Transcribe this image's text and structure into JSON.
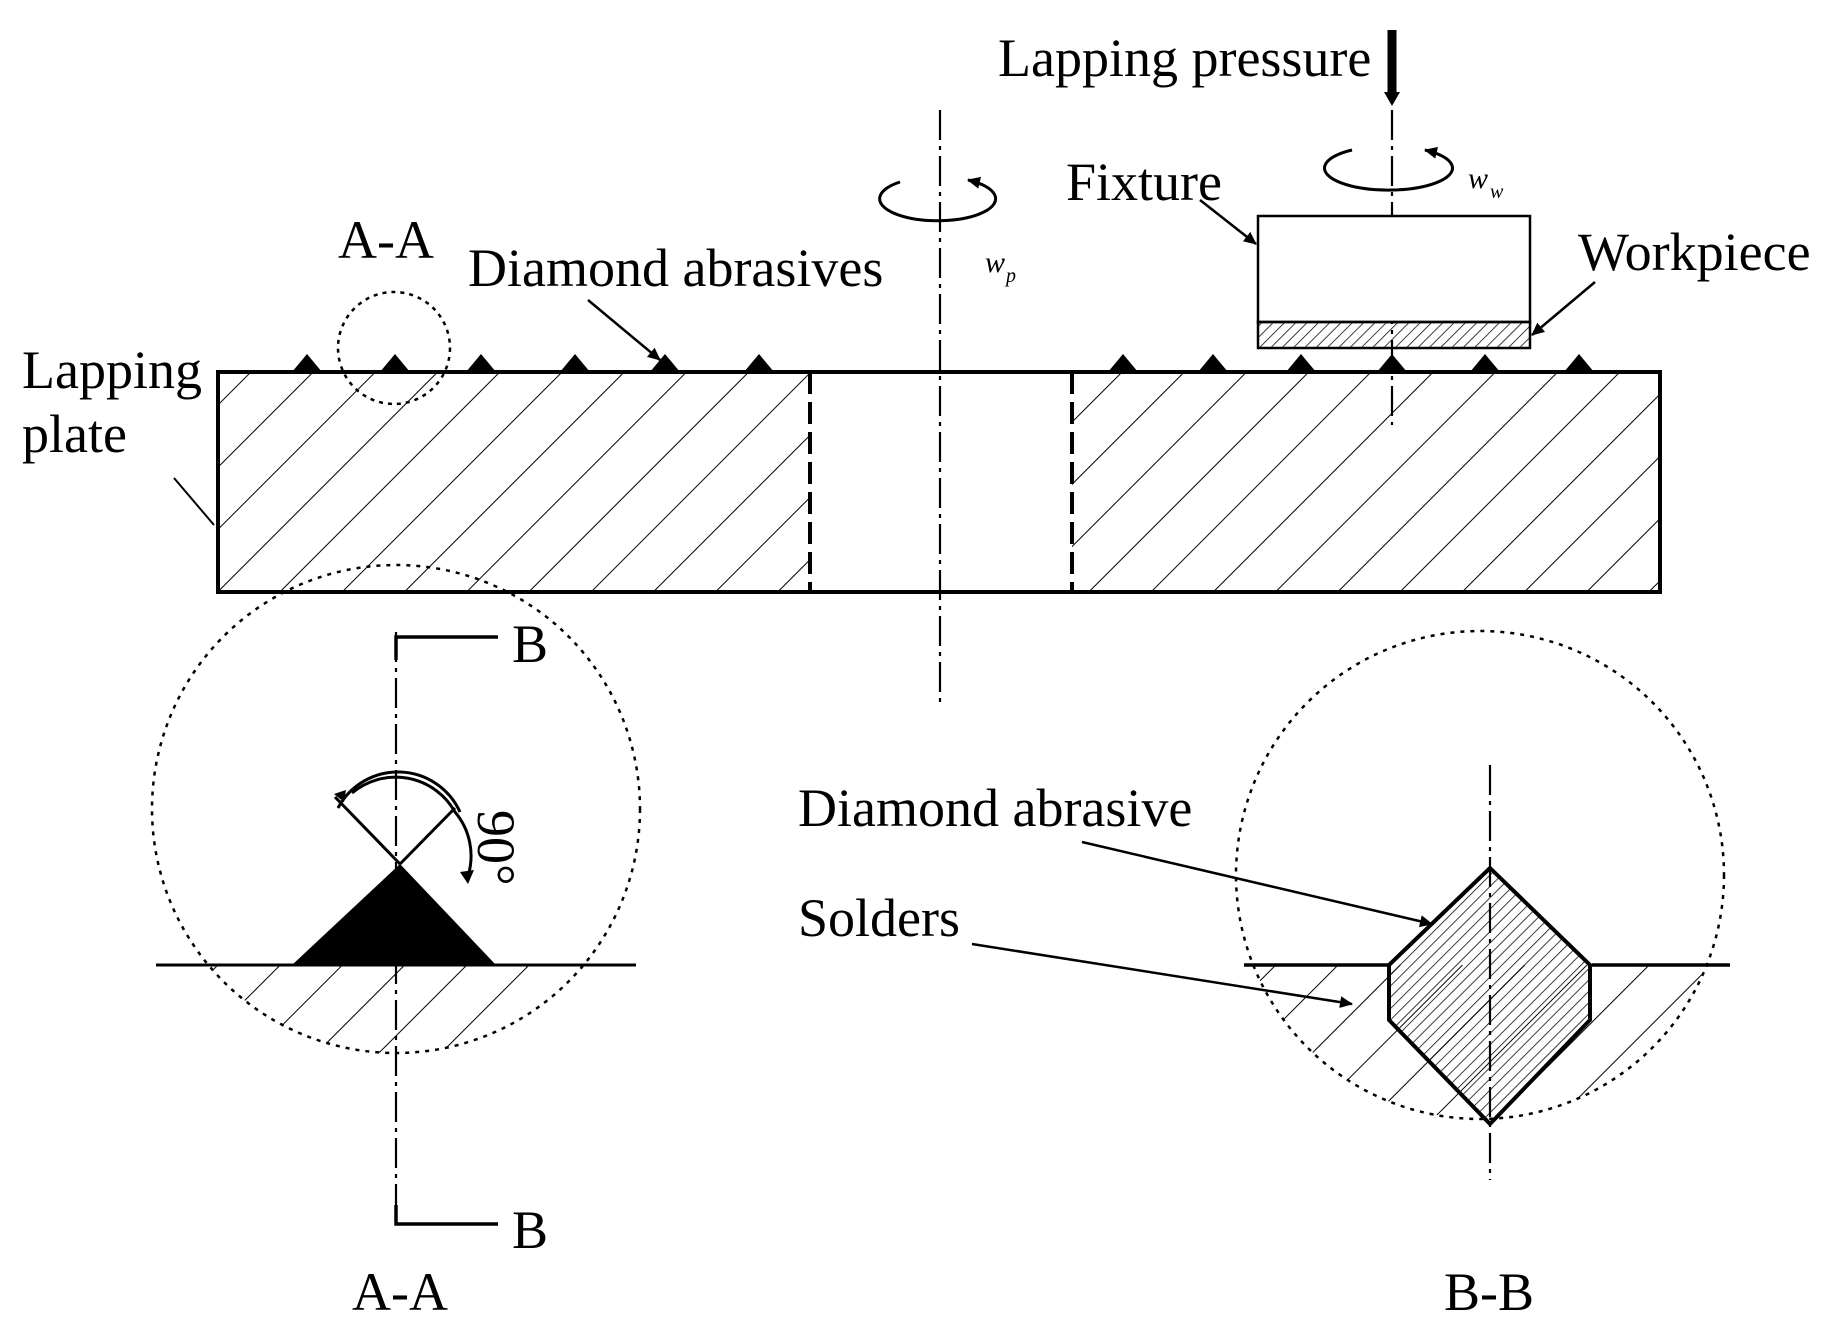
{
  "labels": {
    "lapping_pressure": "Lapping pressure",
    "fixture": "Fixture",
    "workpiece": "Workpiece",
    "diamond_abrasives": "Diamond abrasives",
    "lapping_plate_line1": "Lapping",
    "lapping_plate_line2": "plate",
    "section_aa_marker": "A-A",
    "section_b_top": "B",
    "section_b_bottom": "B",
    "angle": "90°",
    "diamond_abrasive": "Diamond abrasive",
    "solders": "Solders",
    "caption_aa": "A-A",
    "caption_bb": "B-B"
  },
  "rotation": {
    "plate_symbol": "w",
    "plate_subscript": "p",
    "workpiece_symbol": "w",
    "workpiece_subscript": "w"
  },
  "colors": {
    "line": "#000000",
    "background": "#ffffff"
  }
}
